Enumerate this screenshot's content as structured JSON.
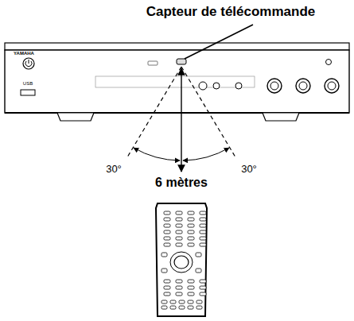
{
  "diagram": {
    "labels": [
      "Capteur de télécommande",
      "YAMAHA",
      "USB",
      "30°",
      "30°",
      "6 mètres"
    ]
  }
}
